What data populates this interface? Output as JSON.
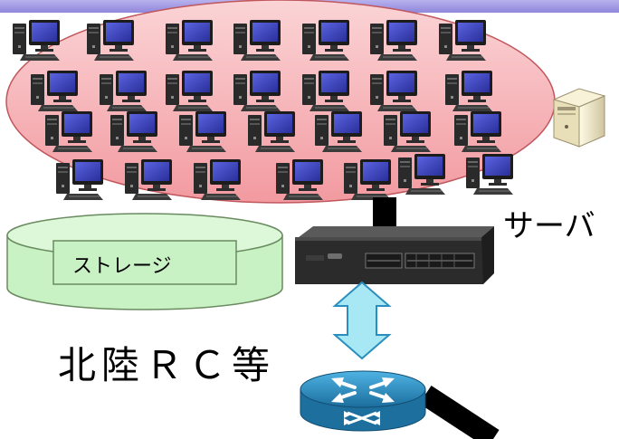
{
  "labels": {
    "server": "サーバ",
    "storage": "ストレージ",
    "site": "北陸ＲＣ等"
  },
  "colors": {
    "top_bar": "#9d95e0",
    "cluster_fill": "#f6b9bd",
    "cluster_stroke": "#c0575d",
    "storage_fill": "#c9f2c4",
    "storage_stroke": "#6a8a60",
    "arrow_fill": "#a8e8f5",
    "arrow_stroke": "#2a8fbf",
    "router_fill": "#2a8fbf",
    "cable": "#000000"
  },
  "icons": {
    "workstation": "desktop-computer-icon",
    "server": "tower-server-icon",
    "switch": "network-switch-icon",
    "router": "router-icon"
  }
}
